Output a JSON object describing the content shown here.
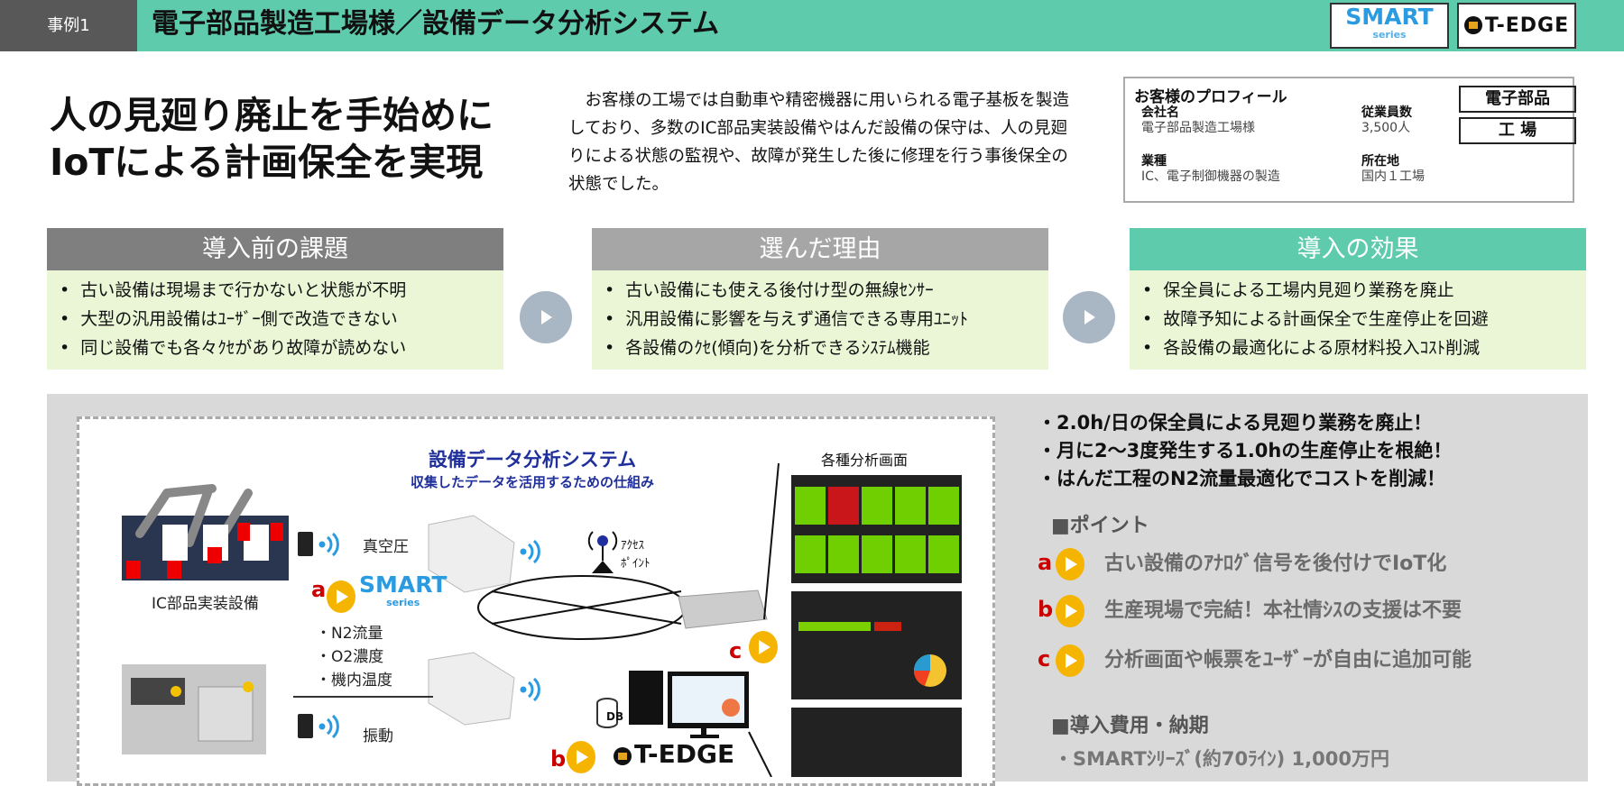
{
  "header": {
    "case_label": "事例1",
    "title": "電子部品製造工場様／設備データ分析システム",
    "logos": {
      "smart": "SMART",
      "smart_sub": "series",
      "tedge": "T-EDGE"
    }
  },
  "headline": {
    "line1": "人の見廻り廃止を手始めに",
    "line2": "IoTによる計画保全を実現"
  },
  "intro": "お客様の工場では自動車や精密機器に用いられる電子基板を製造しており、多数のIC部品実装設備やはんだ設備の保守は、人の見廻りによる状態の監視や、故障が発生した後に修理を行う事後保全の状態でした。",
  "profile": {
    "heading": "お客様のプロフィール",
    "fields": [
      {
        "label": "会社名",
        "value": "電子部品製造工場様"
      },
      {
        "label": "従業員数",
        "value": "3,500人"
      },
      {
        "label": "業種",
        "value": "IC、電子制御機器の製造"
      },
      {
        "label": "所在地",
        "value": "国内１工場"
      }
    ],
    "tags": [
      "電子部品",
      "工 場"
    ]
  },
  "columns": [
    {
      "title": "導入前の課題",
      "color": "#7f7f7f",
      "items": [
        "古い設備は現場まで行かないと状態が不明",
        "大型の汎用設備はﾕｰｻﾞｰ側で改造できない",
        "同じ設備でも各々ｸｾがあり故障が読めない"
      ]
    },
    {
      "title": "選んだ理由",
      "color": "#a6a6a6",
      "items": [
        "古い設備にも使える後付け型の無線ｾﾝｻｰ",
        "汎用設備に影響を与えず通信できる専用ﾕﾆｯﾄ",
        "各設備のｸｾ(傾向)を分析できるｼｽﾃﾑ機能"
      ]
    },
    {
      "title": "導入の効果",
      "color": "#5fcbad",
      "items": [
        "保全員による工場内見廻り業務を廃止",
        "故障予知による計画保全で生産停止を回避",
        "各設備の最適化による原材料投入ｺｽﾄ削減"
      ]
    }
  ],
  "diagram": {
    "title": "設備データ分析システム",
    "subtitle": "収集したデータを活用するための仕組み",
    "equipment1": "IC部品実装設備",
    "sensor1": "真空圧",
    "sensor2": "振動",
    "measures": [
      "・N2流量",
      "・O2濃度",
      "・機内温度"
    ],
    "access_point": [
      "ｱｸｾｽ",
      "ﾎﾟｲﾝﾄ"
    ],
    "screens_label": "各種分析画面",
    "db": "DB",
    "smart": "SMART",
    "smart_sub": "series",
    "tedge": "T-EDGE",
    "markers": [
      "a",
      "b",
      "c"
    ]
  },
  "results": [
    "・2.0h/日の保全員による見廻り業務を廃止！",
    "・月に2～3度発生する1.0hの生産停止を根絶！",
    "・はんだ工程のN2流量最適化でコストを削減！"
  ],
  "points": {
    "heading": "■ポイント",
    "items": [
      {
        "letter": "a",
        "text": "古い設備のｱﾅﾛｸﾞ信号を後付けでIoT化"
      },
      {
        "letter": "b",
        "text": "生産現場で完結！本社情ｼｽの支援は不要"
      },
      {
        "letter": "c",
        "text": "分析画面や帳票をﾕｰｻﾞｰが自由に追加可能"
      }
    ]
  },
  "cost": {
    "heading": "■導入費用・納期",
    "items": [
      "・SMARTｼﾘｰｽﾞ(約70ﾗｲﾝ) 1,000万円"
    ]
  }
}
